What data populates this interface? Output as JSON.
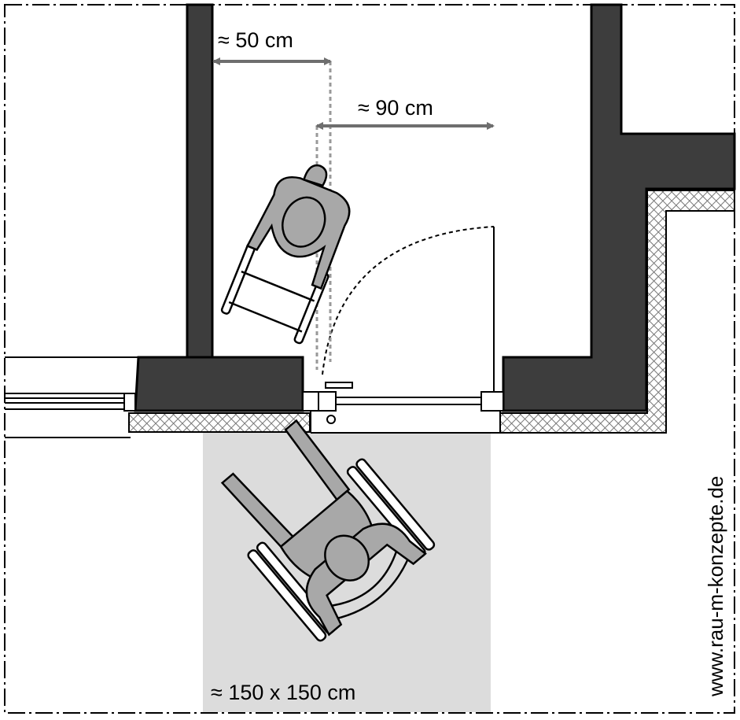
{
  "labels": {
    "side_clearance": "≈ 50 cm",
    "door_width": "≈ 90 cm",
    "turning_area": "≈ 150 x 150 cm",
    "website": "www.rau-m-konzepte.de"
  },
  "colors": {
    "wall": "#3d3d3d",
    "arrow": "#6e6e6e",
    "figure": "#a8a8a8",
    "turning_area": "#dcdcdc",
    "hatch": "#b0b0b0"
  }
}
